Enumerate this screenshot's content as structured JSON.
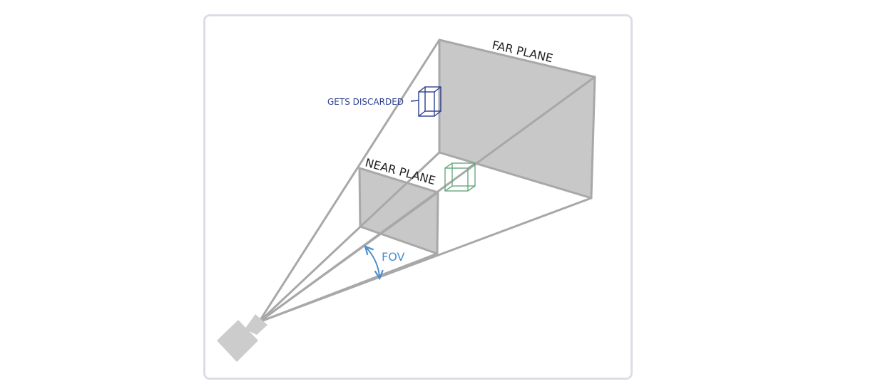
{
  "labels": {
    "far_plane": "FAR PLANE",
    "near_plane": "NEAR PLANE",
    "discarded": "GETS DISCARDED",
    "fov": "FOV"
  },
  "colors": {
    "frame_border": "#dedde6",
    "plane_fill": "#c8c8c8",
    "edge": "#a8a8a8",
    "camera": "#cccccc",
    "discarded_cube": "#2e3f8f",
    "visible_cube": "#6aa880",
    "fov_arrow": "#4d8ecf"
  },
  "icons": {
    "camera": "camera-icon",
    "discarded_object": "discarded-cube-icon",
    "visible_object": "visible-cube-icon",
    "fov_arc": "fov-arc-icon"
  }
}
